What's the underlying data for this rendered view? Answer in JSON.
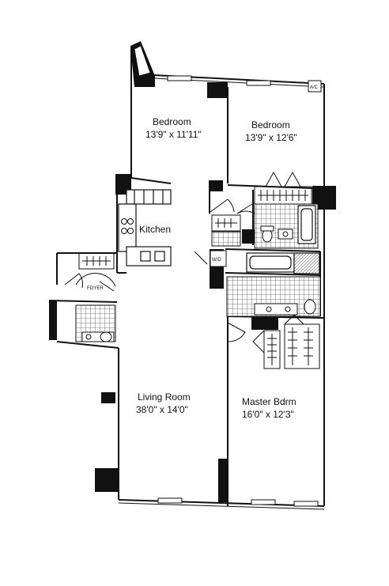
{
  "rooms": {
    "bedroom_left": {
      "name": "Bedroom",
      "dims": "13'9\" x 11'11\""
    },
    "bedroom_right": {
      "name": "Bedroom",
      "dims": "13'9\" x 12'6\""
    },
    "kitchen": {
      "name": "Kitchen"
    },
    "living_room": {
      "name": "Living Room",
      "dims": "38'0\" x 14'0\""
    },
    "master_bedroom": {
      "name": "Master Bdrm",
      "dims": "16'0\" x 12'3\""
    }
  },
  "fixtures": {
    "ac": "A/C",
    "washer_dryer": "W/D",
    "foyer": "FOYER"
  },
  "colors": {
    "wall": "#111111",
    "tile": "#555555"
  }
}
